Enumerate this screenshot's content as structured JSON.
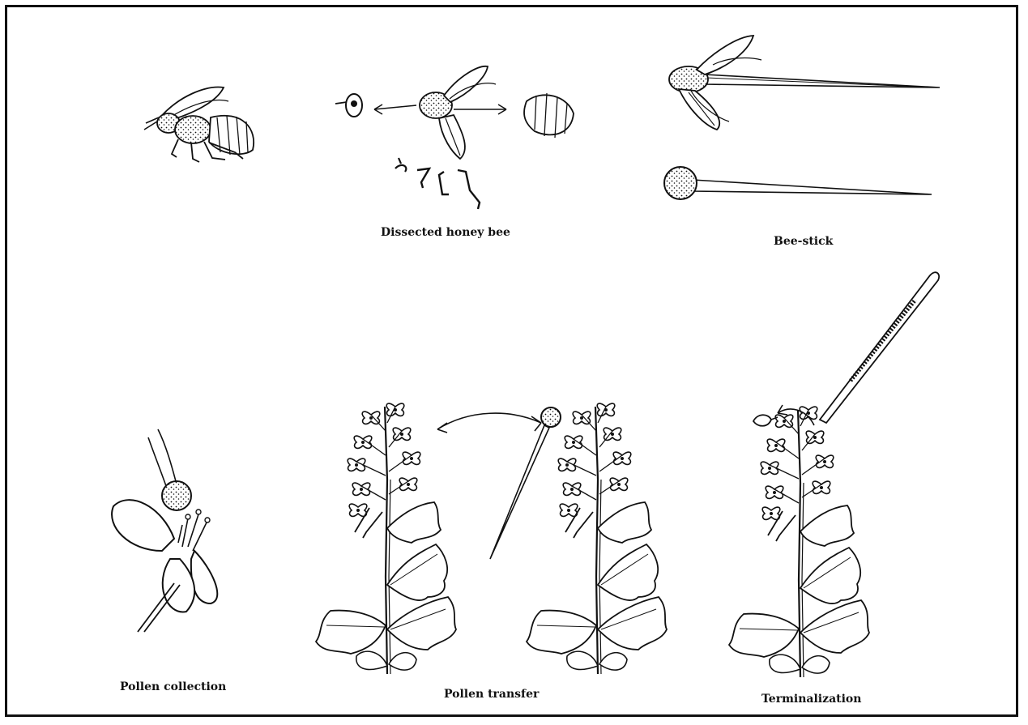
{
  "captions": {
    "dissected": "Dissected honey bee",
    "bee_stick": "Bee-stick",
    "pollen_collection": "Pollen collection",
    "pollen_transfer": "Pollen transfer",
    "terminalization": "Terminalization"
  },
  "colors": {
    "ink": "#111111",
    "background": "#ffffff"
  }
}
